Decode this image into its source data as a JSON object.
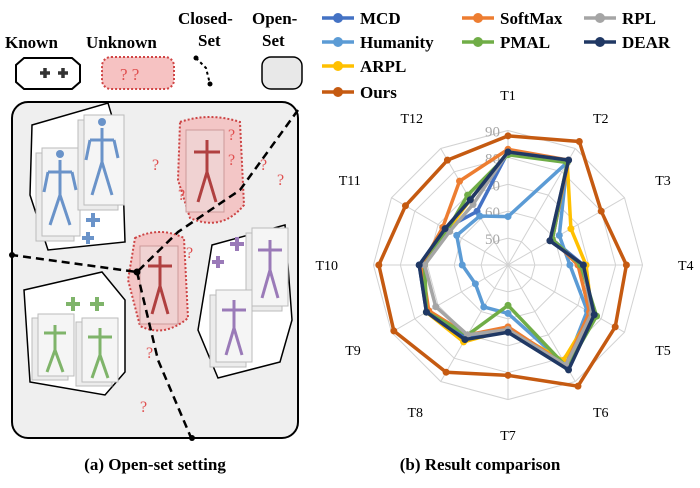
{
  "left_panel": {
    "legend": {
      "known": "Known",
      "unknown": "Unknown",
      "closed_line1": "Closed-",
      "closed_line2": "Set",
      "open_line1": "Open-",
      "open_line2": "Set"
    },
    "caption": "(a) Open-set setting"
  },
  "right_panel": {
    "caption": "(b) Result comparison"
  },
  "colors": {
    "grid": "#d2d2d2",
    "tick_label": "#a6a6a6"
  },
  "chart_data": {
    "type": "radar",
    "categories": [
      "T1",
      "T2",
      "T3",
      "T4",
      "T5",
      "T6",
      "T7",
      "T8",
      "T9",
      "T10",
      "T11",
      "T12"
    ],
    "ticks": [
      50,
      60,
      70,
      80,
      90
    ],
    "tick_labels": [
      "50",
      "60",
      "70",
      "80",
      "90"
    ],
    "range": [
      40,
      95
    ],
    "series": [
      {
        "name": "MCD",
        "color": "#4472c4",
        "values": [
          82,
          85,
          59,
          68,
          76,
          83,
          64,
          71,
          75,
          73,
          67,
          63
        ]
      },
      {
        "name": "Humanity",
        "color": "#5b9bd5",
        "values": [
          58,
          84,
          62,
          63,
          74,
          83,
          58,
          58,
          54,
          57,
          62,
          61
        ]
      },
      {
        "name": "ARPL",
        "color": "#ffc000",
        "values": [
          82,
          84,
          67,
          69,
          76,
          81,
          64,
          73,
          75,
          71,
          66,
          68
        ]
      },
      {
        "name": "Ours",
        "color": "#c55a11",
        "values": [
          88,
          93,
          80,
          84,
          86,
          92,
          81,
          86,
          89,
          88,
          84,
          85
        ]
      },
      {
        "name": "SoftMax",
        "color": "#ed7d31",
        "values": [
          83,
          85,
          59,
          66,
          75,
          83,
          63,
          70,
          74,
          72,
          68,
          76
        ]
      },
      {
        "name": "PMAL",
        "color": "#70ad47",
        "values": [
          81,
          84,
          59,
          67,
          78,
          84,
          55,
          70,
          75,
          71,
          66,
          70
        ]
      },
      {
        "name": "RPL",
        "color": "#a5a5a5",
        "values": [
          82,
          85,
          58,
          68,
          76,
          83,
          64,
          70,
          71,
          71,
          65,
          66
        ]
      },
      {
        "name": "DEAR",
        "color": "#203864",
        "values": [
          82,
          85,
          58,
          68,
          77,
          85,
          65,
          72,
          75,
          73,
          67,
          68
        ]
      }
    ],
    "grid": true,
    "legend_position": "top"
  }
}
